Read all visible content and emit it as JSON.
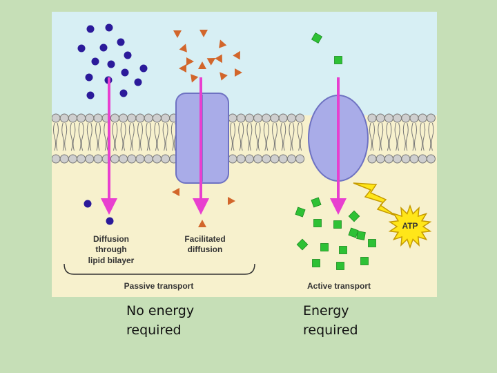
{
  "diagram": {
    "labels": {
      "diffusion": [
        "Diffusion",
        "through",
        "lipid bilayer"
      ],
      "facilitated": [
        "Facilitated",
        "diffusion"
      ],
      "passive": "Passive transport",
      "active": "Active transport",
      "atp": "ATP"
    },
    "colors": {
      "extracellular": "#d7eff4",
      "cytoplasm": "#f7f1cd",
      "arrow": "#e83fcf",
      "protein": "#a9ace8",
      "protein_stroke": "#6e72c2",
      "molecule_circle": "#2b1a9a",
      "molecule_triangle": "#d2662b",
      "molecule_square": "#2ec135",
      "lipid_head": "#cfcfcf",
      "atp_burst": "#ffe619",
      "lightning": "#ffe619"
    }
  },
  "captions": {
    "passive": [
      "No energy",
      "required"
    ],
    "active": [
      "Energy",
      "required"
    ]
  }
}
